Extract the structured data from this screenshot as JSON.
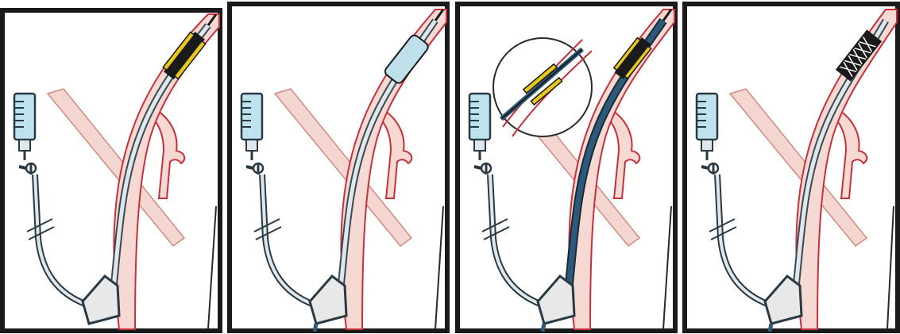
{
  "figure": {
    "panel_count": 4,
    "colors": {
      "frame": "#1a1a1a",
      "vessel_fill": "#f7d9d3",
      "vessel_stroke": "#c8303a",
      "bone_fill": "#f3d6cf",
      "catheter_fill": "#dfe7ea",
      "catheter_stroke": "#3a4a55",
      "wire": "#1a1a1a",
      "balloon_yellow": "#e8c81a",
      "balloon_blue": "#bfe0ea",
      "sheath_blue": "#2c5a78",
      "syringe_fill": "#bfe2ef",
      "stent_black": "#1a1a1a"
    },
    "panels": [
      {
        "name": "stent-at-lesion",
        "balloon": "yellow",
        "sheath": false,
        "magnifier": false,
        "stent": false
      },
      {
        "name": "balloon-inflated",
        "balloon": "blue",
        "sheath": false,
        "magnifier": false,
        "stent": false
      },
      {
        "name": "sheath-advanced",
        "balloon": "yellow",
        "sheath": true,
        "magnifier": true,
        "stent": false
      },
      {
        "name": "stent-deployed",
        "balloon": "none",
        "sheath": false,
        "magnifier": false,
        "stent": true
      }
    ]
  }
}
